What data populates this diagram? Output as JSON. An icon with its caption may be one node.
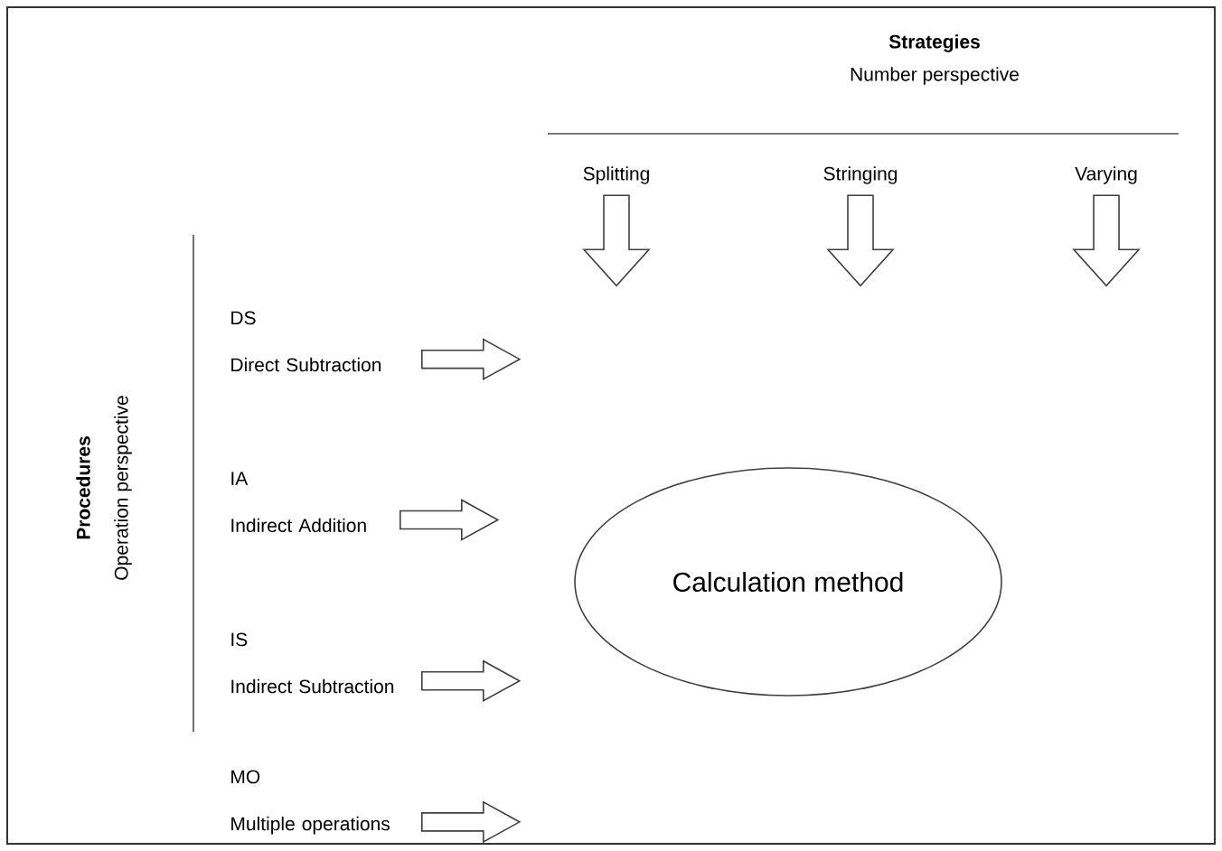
{
  "diagram": {
    "nodes": [
      {
        "text": [
          "Calculation method"
        ]
      },
      {
        "text": [
          "Splitting"
        ]
      },
      {
        "text": [
          "Stringing"
        ]
      },
      {
        "text": [
          "Varying"
        ]
      },
      {
        "text": [
          "DS",
          "Direct Subtraction"
        ]
      },
      {
        "text": [
          "IA",
          "Indirect Addition"
        ]
      },
      {
        "text": [
          "IS",
          "Indirect Subtraction"
        ]
      },
      {
        "text": [
          "MO",
          "Multiple operations"
        ]
      }
    ],
    "edges": [
      {
        "from": 1,
        "to": null,
        "arrow": "to"
      },
      {
        "from": 2,
        "to": null,
        "arrow": "to"
      },
      {
        "from": 3,
        "to": null,
        "arrow": "to"
      },
      {
        "from": 4,
        "to": null,
        "arrow": "to"
      },
      {
        "from": 5,
        "to": null,
        "arrow": "to"
      },
      {
        "from": 6,
        "to": null,
        "arrow": "to"
      },
      {
        "from": 7,
        "to": null,
        "arrow": "to"
      }
    ],
    "labels": [
      "Strategies",
      "Number perspective",
      "Procedures",
      "Operation perspective"
    ]
  }
}
